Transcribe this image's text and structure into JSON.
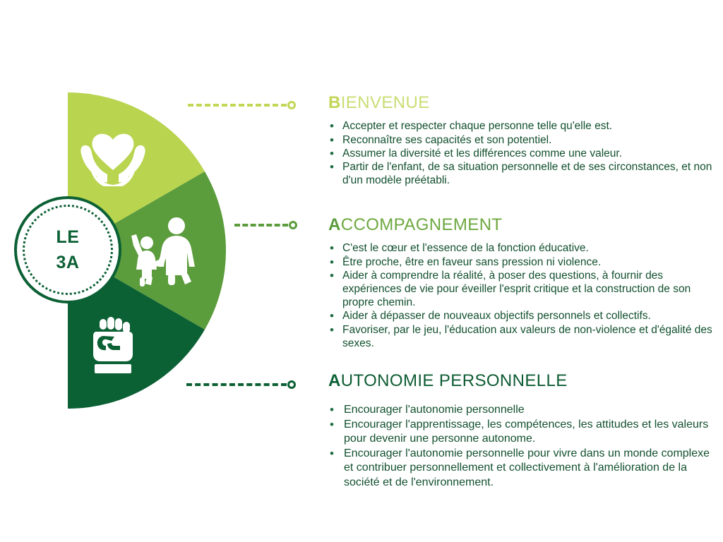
{
  "document": {
    "type": "infographic",
    "background_color": "#FFFFFF"
  },
  "center_badge": {
    "name": "le-3a-badge",
    "line1": "LE",
    "line2": "3A",
    "text_color": "#0B6034",
    "ring_color": "#0B6034",
    "fill_color": "#FFFFFF"
  },
  "fan": {
    "segments": [
      {
        "key": "bienvenue",
        "color": "#B9D44F",
        "icon": "heart-in-hands-icon"
      },
      {
        "key": "accompagnement",
        "color": "#5B9C3C",
        "icon": "parent-and-child-icon"
      },
      {
        "key": "autonomie",
        "color": "#0B6034",
        "icon": "raised-fist-icon"
      }
    ]
  },
  "sections": {
    "bienvenue": {
      "initial": "B",
      "rest": "IENVENUE",
      "title": "BIENVENUE",
      "color": "#C3D656",
      "bullets": [
        "Accepter et respecter chaque personne telle qu'elle est.",
        "Reconnaître ses capacités et son potentiel.",
        "Assumer la diversité et les différences comme une valeur.",
        "Partir de l'enfant, de sa situation personnelle et de ses circonstances, et non d'un modèle préétabli."
      ]
    },
    "accompagnement": {
      "initial": "A",
      "rest": "CCOMPAGNEMENT",
      "title": "ACCOMPAGNEMENT",
      "color": "#5B9C3C",
      "bullets": [
        "C'est le cœur et l'essence de la fonction éducative.",
        "Être proche, être en faveur sans pression ni violence.",
        "Aider à comprendre la réalité, à poser des questions, à fournir des expériences de vie pour éveiller l'esprit critique et la construction de son propre chemin.",
        "Aider à dépasser de nouveaux objectifs personnels et collectifs.",
        "Favoriser, par le jeu, l'éducation aux valeurs de non-violence et d'égalité des sexes."
      ]
    },
    "autonomie": {
      "initial": "A",
      "rest": "UTONOMIE PERSONNELLE",
      "title": "AUTONOMIE PERSONNELLE",
      "color": "#0B6034",
      "bullets": [
        "Encourager l'autonomie personnelle",
        "Encourager l'apprentissage, les compétences, les attitudes et les valeurs pour devenir une personne autonome.",
        "Encourager l'autonomie personnelle pour vivre dans un monde complexe et contribuer personnellement et collectivement à l'amélioration de la société et de l'environnement."
      ]
    }
  }
}
